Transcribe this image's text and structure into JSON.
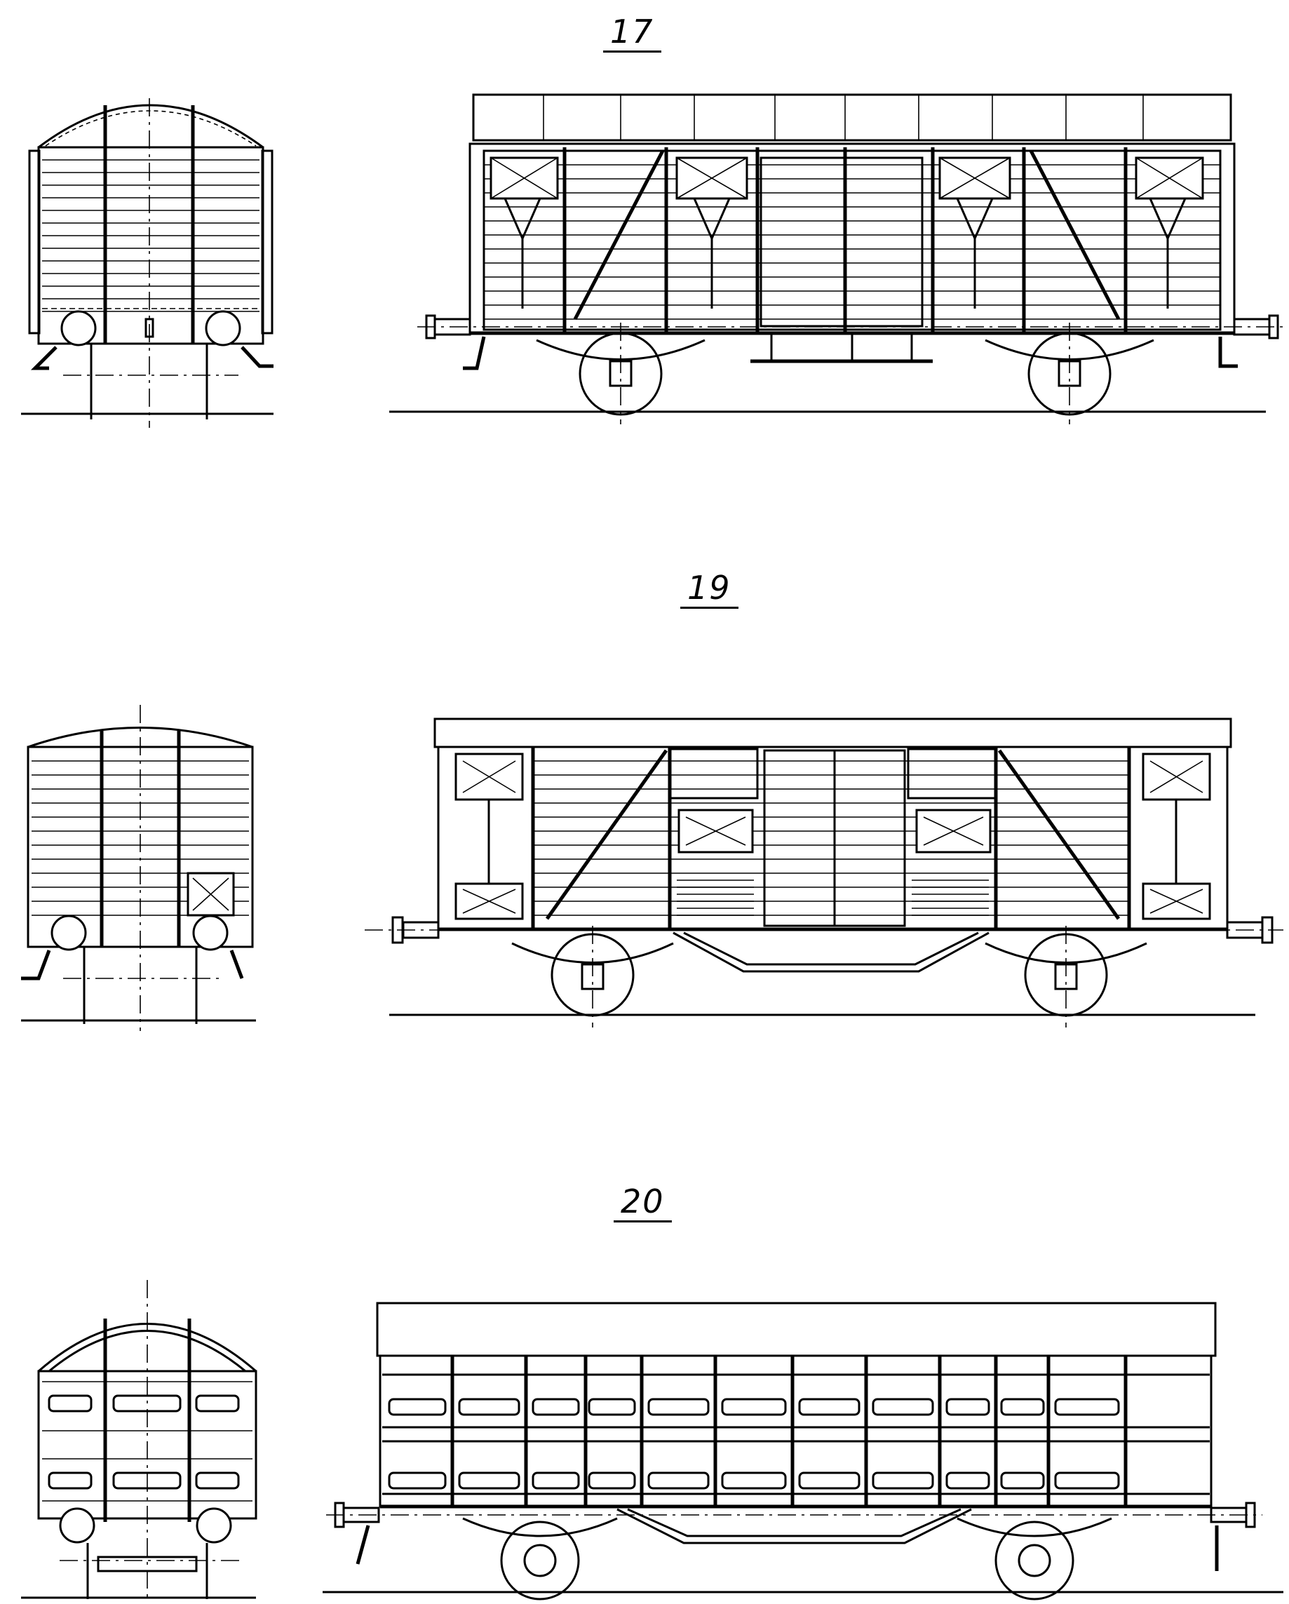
{
  "figures": [
    {
      "id": "17",
      "label": "17"
    },
    {
      "id": "19",
      "label": "19"
    },
    {
      "id": "20",
      "label": "20"
    }
  ],
  "colors": {
    "ink": "#000000",
    "paper": "#ffffff"
  }
}
